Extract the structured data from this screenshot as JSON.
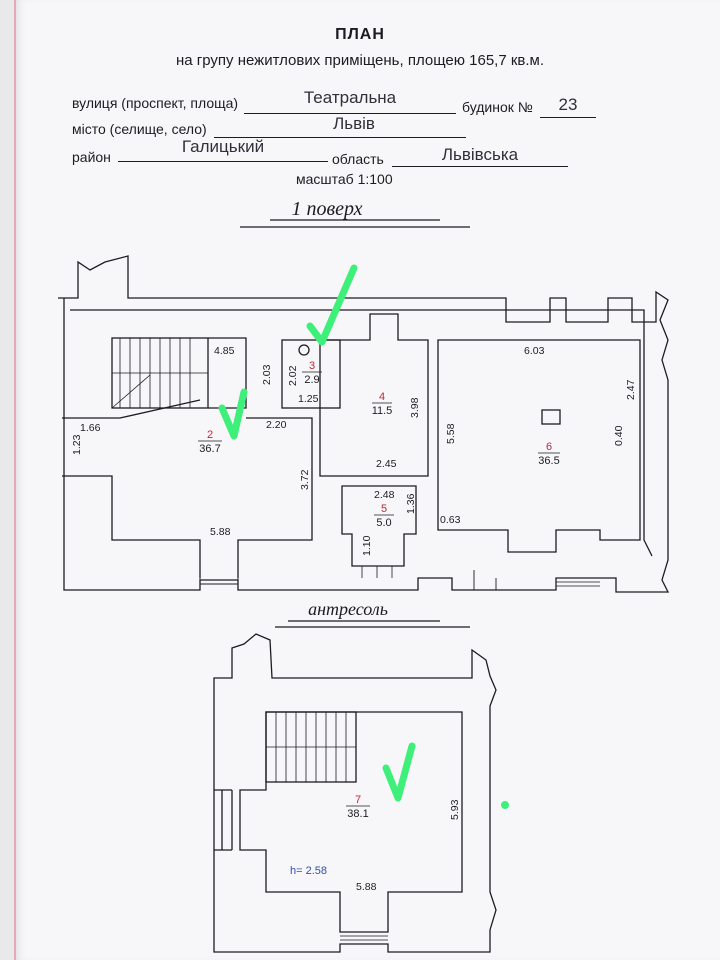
{
  "document": {
    "title": "ПЛАН",
    "subtitle": "на групу нежитлових приміщень, площею 165,7 кв.м.",
    "fields": {
      "street_label": "вулиця (проспект, площа)",
      "street_value": "Театральна",
      "building_label": "будинок №",
      "building_value": "23",
      "city_label": "місто (селище, село)",
      "city_value": "Львів",
      "district_label": "район",
      "district_value": "Галицький",
      "region_label": "область",
      "region_value": "Львівська"
    },
    "scale": "масштаб 1:100"
  },
  "floor1": {
    "title": "1 поверх",
    "rooms": [
      {
        "number": "2",
        "area": "36.7"
      },
      {
        "number": "3",
        "area": "2.9"
      },
      {
        "number": "4",
        "area": "11.5"
      },
      {
        "number": "5",
        "area": "5.0"
      },
      {
        "number": "6",
        "area": "36.5"
      }
    ],
    "dimensions": [
      "4.85",
      "2.03",
      "2.02",
      "1.25",
      "1.66",
      "1.23",
      "2.20",
      "3.72",
      "5.88",
      "3.98",
      "2.45",
      "2.48",
      "1.36",
      "1.10",
      "6.03",
      "5.58",
      "2.47",
      "0.40",
      "0.63"
    ]
  },
  "mezzanine": {
    "title": "антресоль",
    "room": {
      "number": "7",
      "area": "38.1"
    },
    "height": "h= 2.58",
    "dimensions": [
      "5.93",
      "5.88"
    ]
  },
  "colors": {
    "room_number": "#c0283a",
    "height_text": "#2d4fb0",
    "checkmark": "#3ef07a"
  }
}
